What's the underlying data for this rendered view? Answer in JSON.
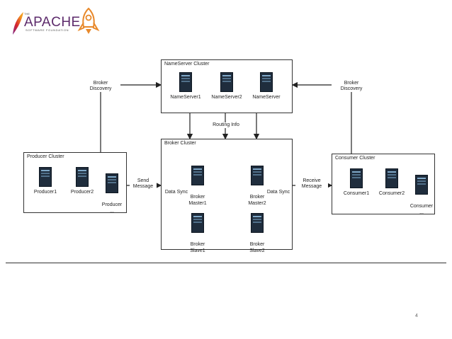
{
  "logo": {
    "the": "THE",
    "name": "APACHE",
    "subtitle": "SOFTWARE FOUNDATION",
    "feather_icon": "apache-feather-icon",
    "rocket_icon": "rocketmq-rocket-icon"
  },
  "clusters": {
    "nameserver": {
      "title": "NameServer Cluster",
      "nodes": [
        "NameServer1",
        "NameServer2",
        "NameServer"
      ]
    },
    "broker": {
      "title": "Broker Cluster",
      "master1": "Broker\nMaster1",
      "master2": "Broker\nMaster2",
      "slave1": "Broker\nSlave1",
      "slave2": "Broker\nSlave2"
    },
    "producer": {
      "title": "Producer Cluster",
      "nodes": [
        "Producer1",
        "Producer2",
        "Producer\n..."
      ]
    },
    "consumer": {
      "title": "Consumer Cluster",
      "nodes": [
        "Consumer1",
        "Consumer2",
        "Consumer\n..."
      ]
    }
  },
  "labels": {
    "broker_discovery_left": "Broker\nDiscovery",
    "broker_discovery_right": "Broker\nDiscovery",
    "routing_info": "Routing Info",
    "send_message": "Send\nMessage",
    "receive_message": "Receive\nMessage",
    "data_sync_left": "Data Sync",
    "data_sync_right": "Data Sync"
  },
  "page_number": "4"
}
